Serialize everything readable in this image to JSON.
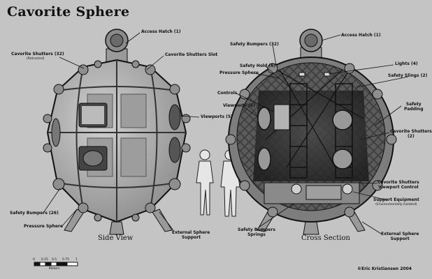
{
  "title": "Cavorite Sphere",
  "views": {
    "side": "Side View",
    "cross": "Cross Section"
  },
  "side_labels": {
    "access_hatch": "Access Hatch (1)",
    "shutters": "Cavorite Shutters (32)",
    "shutters_note": "(Retracted)",
    "shutters_slot": "Cavorite Shutters Slot",
    "viewports": "Viewports (5)",
    "bumpers": "Safety Bumpers (26)",
    "pressure_sphere": "Pressure Sphere",
    "ext_support": "External Sphere",
    "ext_support2": "Support"
  },
  "cross_labels": {
    "bumpers": "Safety Bumpers (32)",
    "access_hatch": "Access Hatch (1)",
    "hold": "Safety Hold (6)",
    "lights": "Lights (4)",
    "pressure_sphere": "Pressure Sphere",
    "slings": "Safety Slings (2)",
    "controls": "Controls",
    "viewports": "Viewports (5)",
    "padding": "Safety",
    "padding2": "Padding",
    "shutters": "Cavorite Shutters",
    "shutters2": "(2)",
    "shutters_control": "Cavorite Shutters",
    "shutters_control2": "Viewport Control",
    "support_eq": "Support Equipment",
    "support_eq_note": "(Environmentally Isolated)",
    "springs": "Safety Bumpers",
    "springs2": "Springs",
    "ext_support": "External Sphere",
    "ext_support2": "Support"
  },
  "scale": {
    "ticks": [
      "0",
      "0.25",
      "0.5",
      "0.75",
      "1"
    ],
    "unit": "Meters"
  },
  "credit": "©Eric Kristiansen 2004",
  "colors": {
    "background": "#c4c4c4",
    "hull": "#a9a9a9",
    "panel_dark": "#5a5a5a",
    "interior": "#2a2a2a",
    "line": "#111111"
  }
}
